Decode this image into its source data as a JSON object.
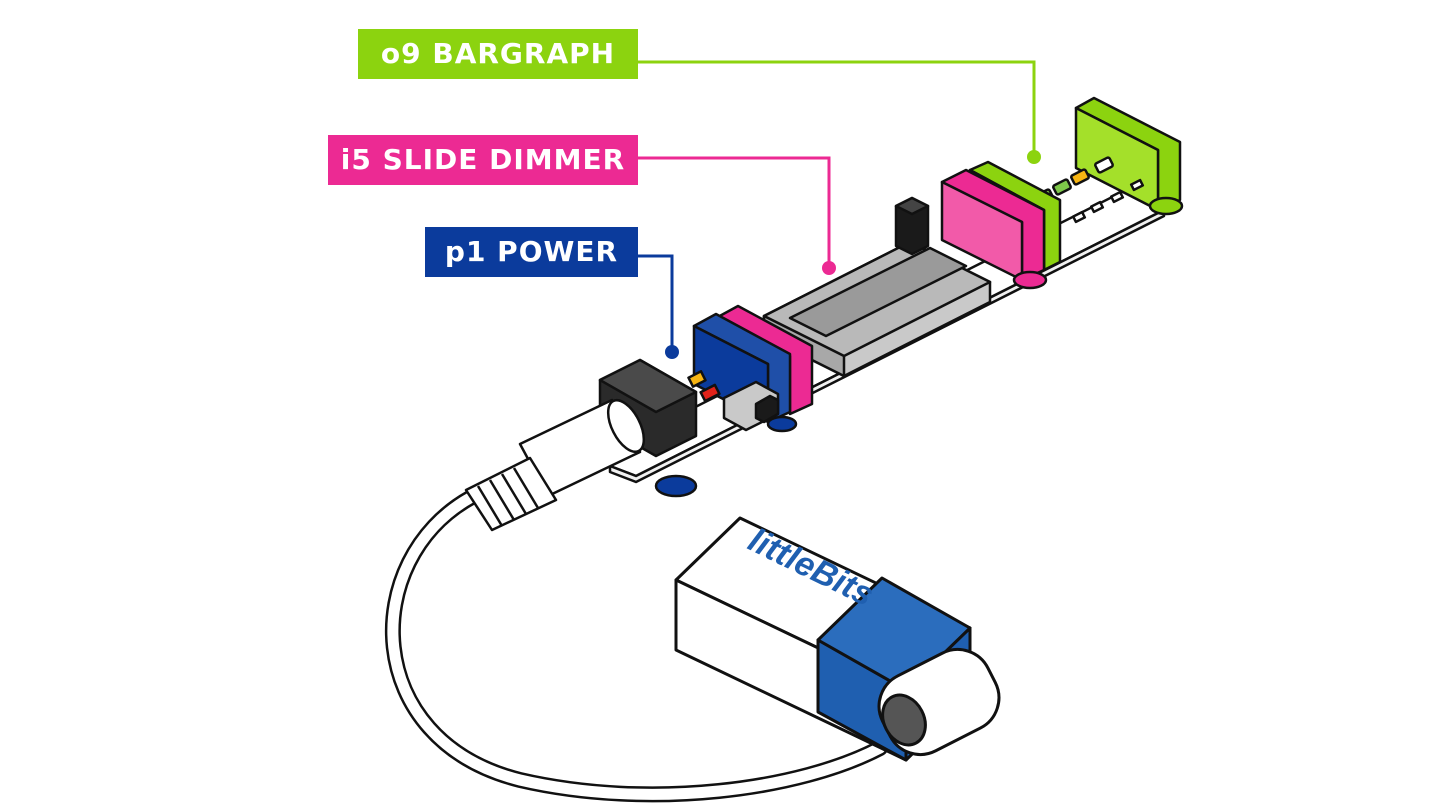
{
  "labels": {
    "bargraph": "o9 BARGRAPH",
    "dimmer": "i5 SLIDE DIMMER",
    "power": "p1 POWER"
  },
  "battery": {
    "brand": "littleBits"
  },
  "colors": {
    "bargraph": "#8cd30f",
    "dimmer": "#ec2a93",
    "power": "#0b3b9c",
    "battery_cap": "#1f5fb0",
    "slider": "#b9b9b9",
    "outline": "#111111"
  },
  "icons": [
    "battery-icon",
    "cable-icon",
    "barrel-plug-icon",
    "switch-icon",
    "led-icon",
    "slider-knob-icon"
  ]
}
